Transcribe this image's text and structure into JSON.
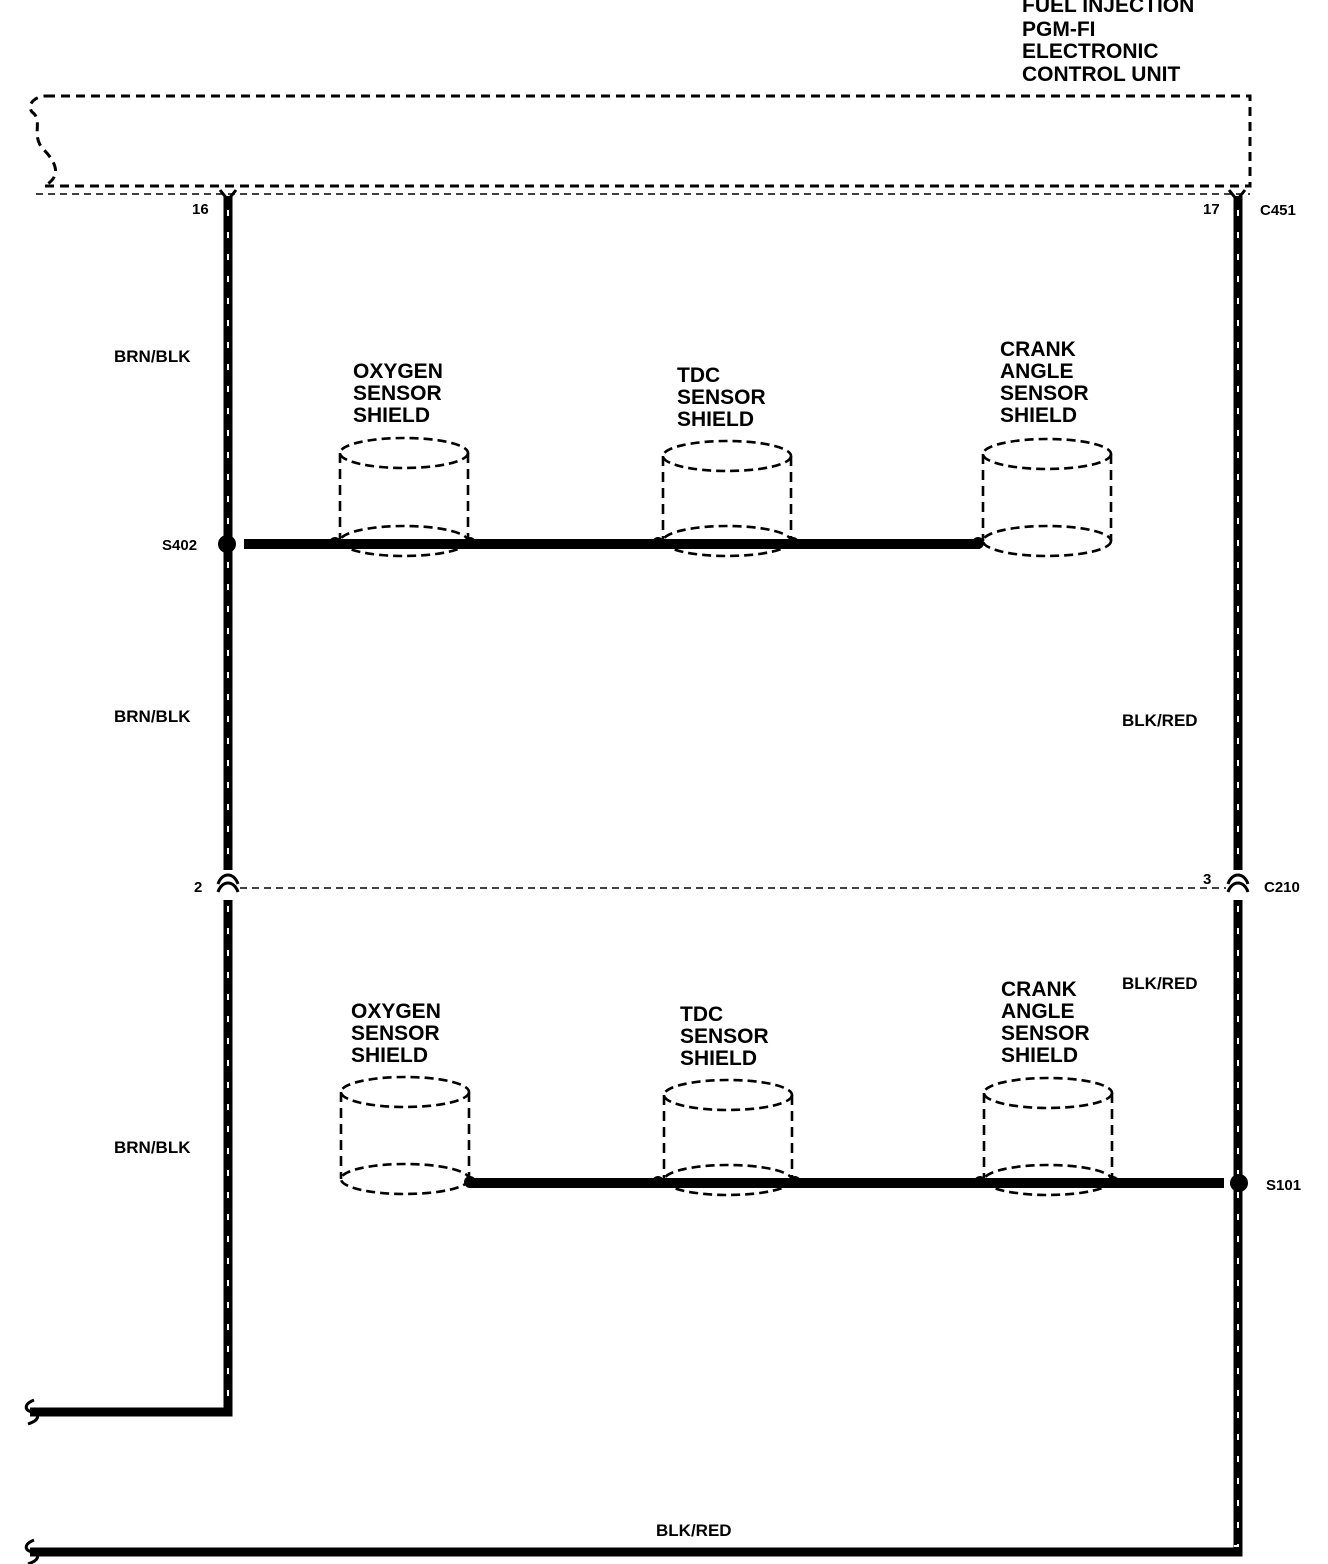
{
  "ecu": {
    "title_lines": [
      "FUEL INJECTION",
      "PGM-FI",
      "ELECTRONIC",
      "CONTROL UNIT"
    ],
    "connector": "C451",
    "pin_left": "16",
    "pin_right": "17"
  },
  "wires": {
    "left_color": "BRN/BLK",
    "right_color": "BLK/RED",
    "bottom_color": "BLK/RED"
  },
  "splices": {
    "upper": "S402",
    "lower": "S101"
  },
  "mid_connector": {
    "name": "C210",
    "pin_left": "2",
    "pin_right": "3"
  },
  "upper_shields": [
    {
      "lines": [
        "OXYGEN",
        "SENSOR",
        "SHIELD"
      ]
    },
    {
      "lines": [
        "TDC",
        "SENSOR",
        "SHIELD"
      ]
    },
    {
      "lines": [
        "CRANK",
        "ANGLE",
        "SENSOR",
        "SHIELD"
      ]
    }
  ],
  "lower_shields": [
    {
      "lines": [
        "OXYGEN",
        "SENSOR",
        "SHIELD"
      ]
    },
    {
      "lines": [
        "TDC",
        "SENSOR",
        "SHIELD"
      ]
    },
    {
      "lines": [
        "CRANK",
        "ANGLE",
        "SENSOR",
        "SHIELD"
      ]
    }
  ]
}
